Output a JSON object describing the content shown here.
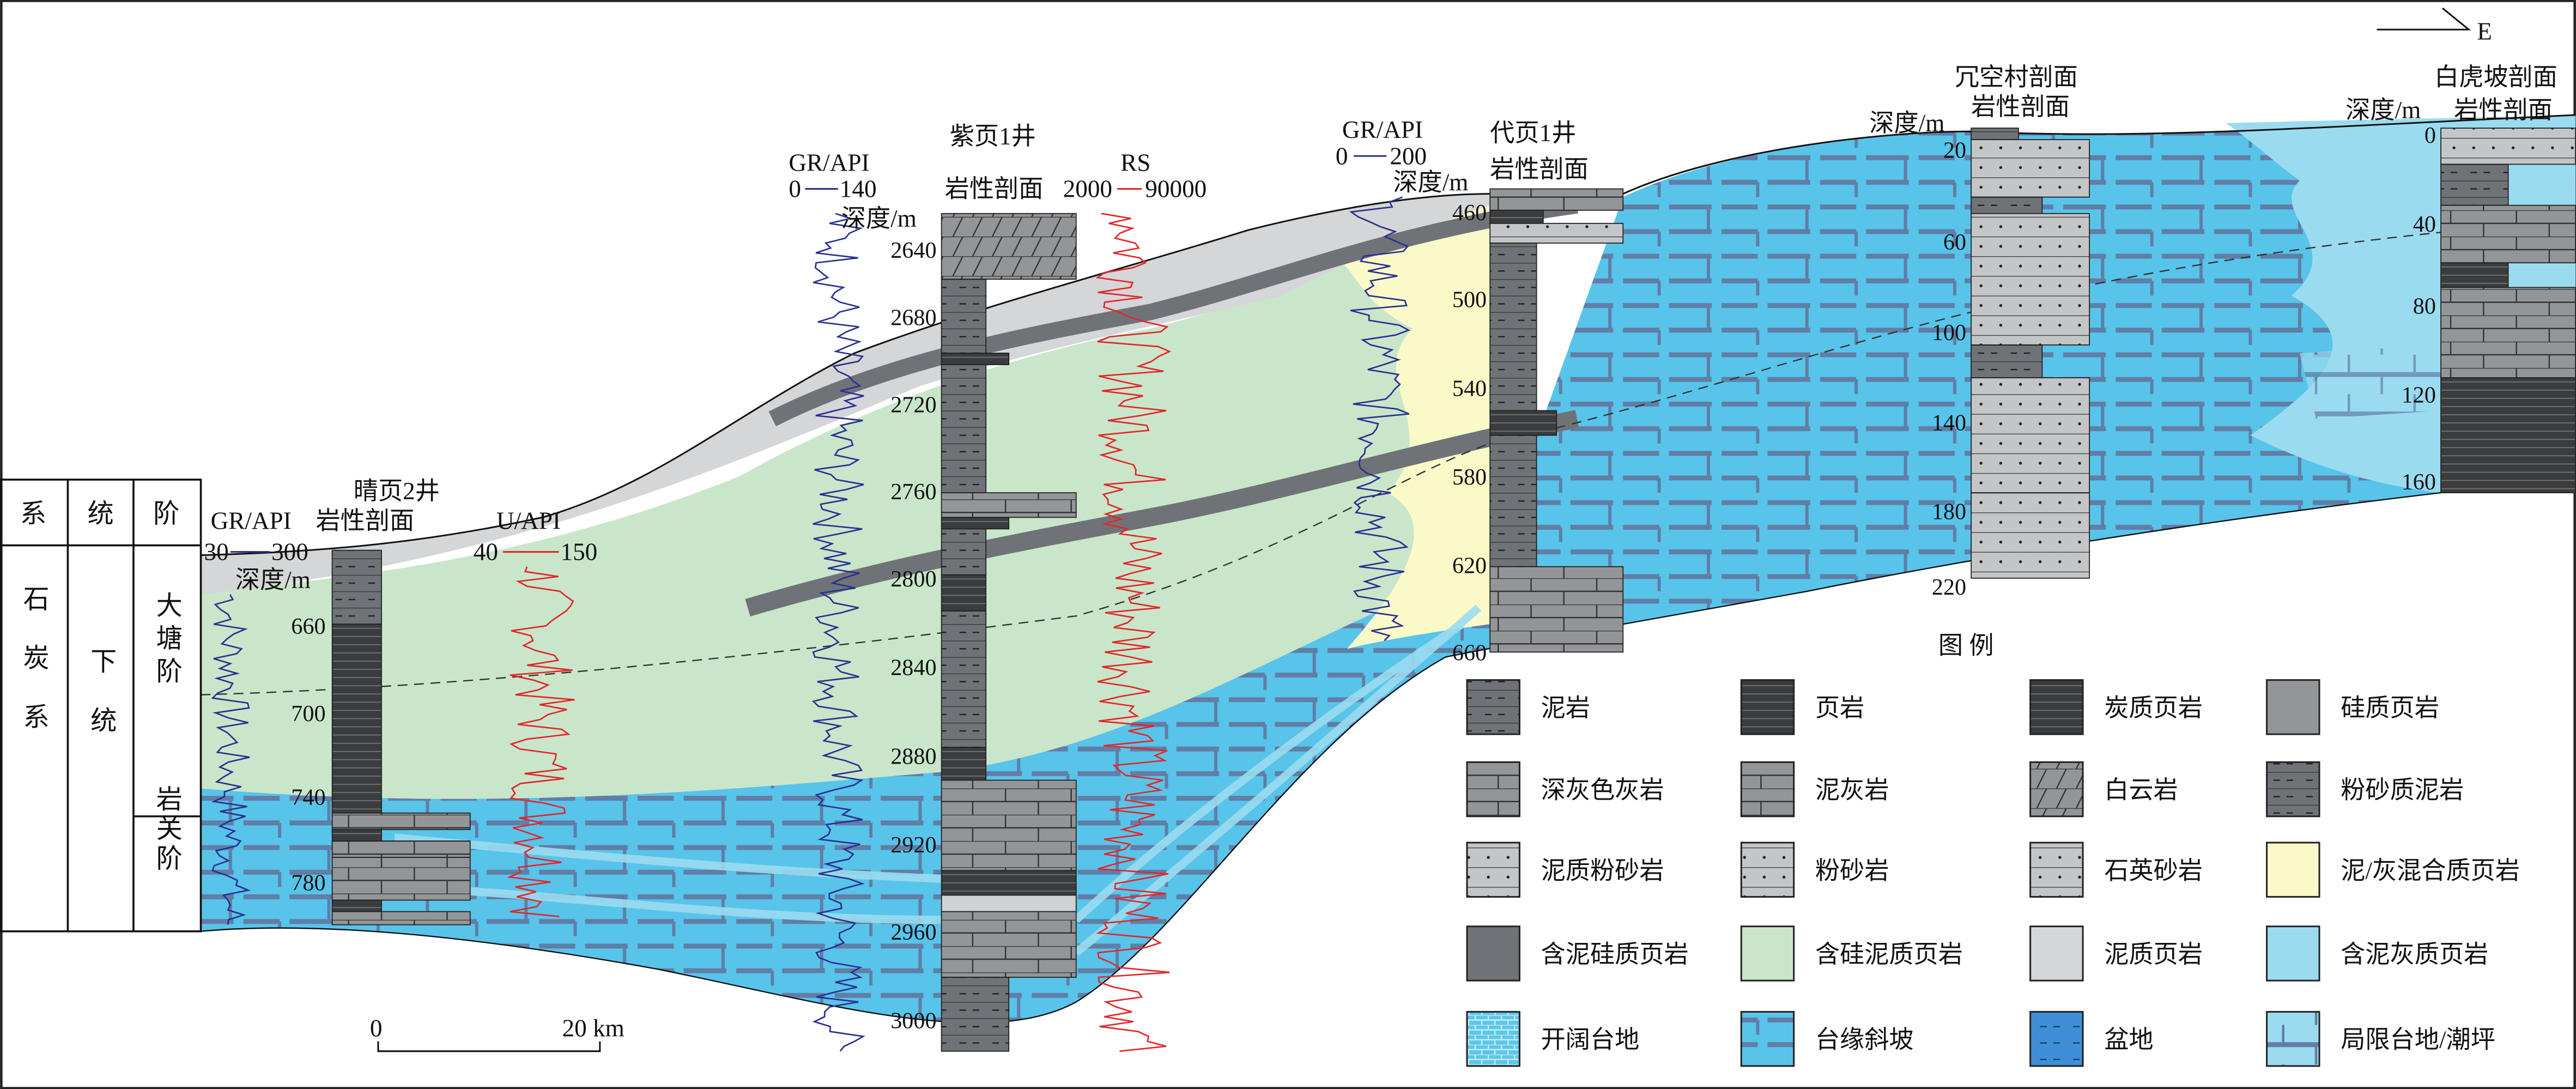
{
  "table": {
    "headers": [
      "系",
      "统",
      "阶"
    ],
    "system": "石炭系",
    "series": "下统",
    "stages": [
      "大塘阶",
      "岩关阶"
    ]
  },
  "direction": "E",
  "wells": [
    {
      "name": "晴页2井",
      "section": "岩性剖面",
      "depth_label": "深度/m",
      "depths": [
        "660",
        "700",
        "740",
        "780"
      ],
      "logs": [
        {
          "name": "GR/API",
          "min": "30",
          "max": "300",
          "color": "#2b2f8f"
        },
        {
          "name": "U/API",
          "min": "40",
          "max": "150",
          "color": "#e3262b"
        }
      ]
    },
    {
      "name": "紫页1井",
      "section": "岩性剖面",
      "depth_label": "深度/m",
      "depths": [
        "2640",
        "2680",
        "2720",
        "2760",
        "2800",
        "2840",
        "2880",
        "2920",
        "2960",
        "3000"
      ],
      "logs": [
        {
          "name": "GR/API",
          "min": "0",
          "max": "140",
          "color": "#2b2f8f"
        },
        {
          "name": "RS",
          "min": "2000",
          "max": "90000",
          "color": "#e3262b"
        }
      ]
    },
    {
      "name": "代页1井",
      "section": "岩性剖面",
      "depth_label": "深度/m",
      "depths": [
        "460",
        "500",
        "540",
        "580",
        "620",
        "660"
      ],
      "logs": [
        {
          "name": "GR/API",
          "min": "0",
          "max": "200",
          "color": "#2b2f8f"
        }
      ]
    },
    {
      "name": "冗空村剖面",
      "section": "岩性剖面",
      "depth_label": "深度/m",
      "depths": [
        "20",
        "60",
        "100",
        "140",
        "180",
        "220"
      ]
    },
    {
      "name": "白虎坡剖面",
      "section": "岩性剖面",
      "depth_label": "深度/m",
      "depths": [
        "0",
        "40",
        "80",
        "120",
        "160"
      ]
    }
  ],
  "scale_bar": {
    "start": "0",
    "end": "20 km"
  },
  "legend": {
    "title": "图  例",
    "items": [
      {
        "label": "泥岩",
        "swatch": "mudstone"
      },
      {
        "label": "页岩",
        "swatch": "shale"
      },
      {
        "label": "炭质页岩",
        "swatch": "carbonaceous-shale"
      },
      {
        "label": "硅质页岩",
        "swatch": "siliceous-shale"
      },
      {
        "label": "深灰色灰岩",
        "swatch": "limestone"
      },
      {
        "label": "泥灰岩",
        "swatch": "marl"
      },
      {
        "label": "白云岩",
        "swatch": "dolomite"
      },
      {
        "label": "粉砂质泥岩",
        "swatch": "silty-mudstone"
      },
      {
        "label": "泥质粉砂岩",
        "swatch": "muddy-siltstone"
      },
      {
        "label": "粉砂岩",
        "swatch": "siltstone"
      },
      {
        "label": "石英砂岩",
        "swatch": "quartz-sandstone"
      },
      {
        "label": "泥/灰混合质页岩",
        "swatch": "mixed-shale"
      },
      {
        "label": "含泥硅质页岩",
        "swatch": "muddy-siliceous-shale"
      },
      {
        "label": "含硅泥质页岩",
        "swatch": "siliceous-muddy-shale"
      },
      {
        "label": "泥质页岩",
        "swatch": "muddy-shale"
      },
      {
        "label": "含泥灰质页岩",
        "swatch": "muddy-calcareous-shale"
      },
      {
        "label": "开阔台地",
        "swatch": "open-platform"
      },
      {
        "label": "台缘斜坡",
        "swatch": "platform-slope"
      },
      {
        "label": "盆地",
        "swatch": "basin"
      },
      {
        "label": "局限台地/潮坪",
        "swatch": "restricted-platform"
      }
    ]
  },
  "colors": {
    "gray_layer": "#d5d6d8",
    "green_layer": "#c9e6ca",
    "yellow_layer": "#fafac9",
    "blue_layer": "#58c4ea",
    "light_blue_layer": "#9bdbf0",
    "dark_band": "#6f7378",
    "rock": "#939598",
    "dark_rock": "#3b3c3e"
  }
}
